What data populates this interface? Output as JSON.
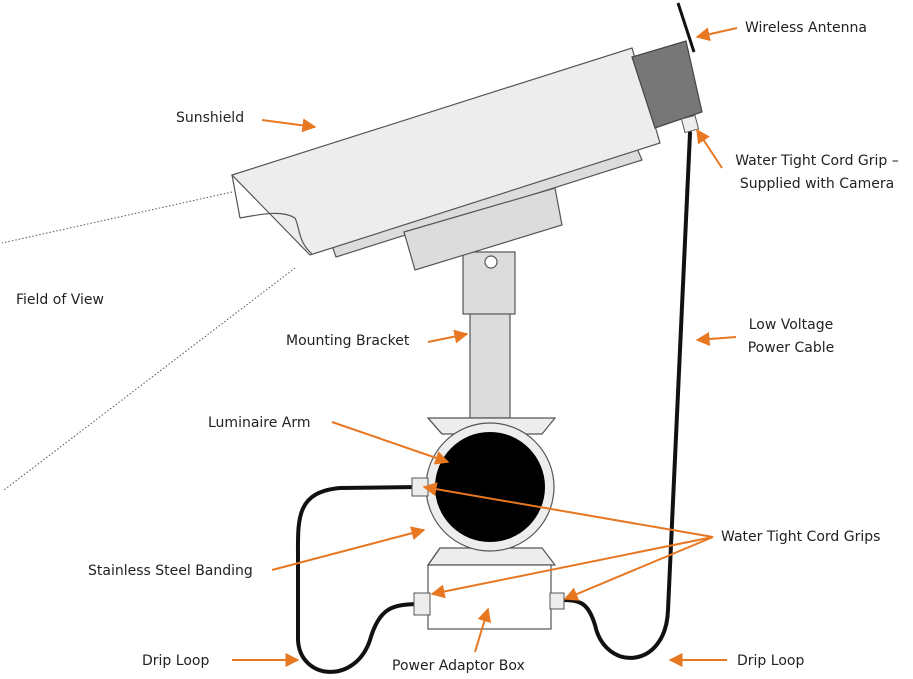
{
  "labels": {
    "wireless_antenna": "Wireless Antenna",
    "sunshield": "Sunshield",
    "cord_grip_camera_line1": "Water Tight Cord Grip –",
    "cord_grip_camera_line2": "Supplied with Camera",
    "field_of_view": "Field of View",
    "mounting_bracket": "Mounting Bracket",
    "low_voltage_line1": "Low Voltage",
    "low_voltage_line2": "Power Cable",
    "luminaire_arm": "Luminaire Arm",
    "water_tight_cord_grips": "Water Tight Cord Grips",
    "stainless_steel_banding": "Stainless Steel Banding",
    "drip_loop_left": "Drip Loop",
    "power_adaptor_box": "Power Adaptor Box",
    "drip_loop_right": "Drip Loop"
  },
  "colors": {
    "arrow": "#E87722",
    "outline": "#555555",
    "housing": "#EDEDED",
    "bracket": "#DCDCDC",
    "end_cap": "#777777",
    "cable": "#111111",
    "arm": "#000000"
  }
}
